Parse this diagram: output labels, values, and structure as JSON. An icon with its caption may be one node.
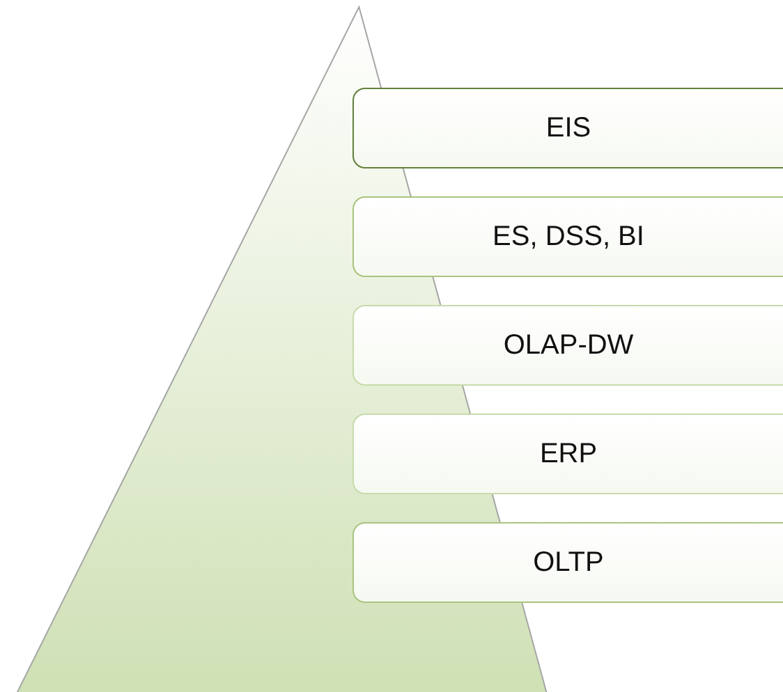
{
  "diagram": {
    "nodes": [
      {
        "text": [],
        "shape": "triangle"
      },
      {
        "text": [
          "EIS"
        ]
      },
      {
        "text": [
          "ES, DSS, BI"
        ]
      },
      {
        "text": [
          "OLAP-DW"
        ]
      },
      {
        "text": [
          "ERP"
        ]
      },
      {
        "text": [
          "OLTP"
        ]
      }
    ]
  }
}
